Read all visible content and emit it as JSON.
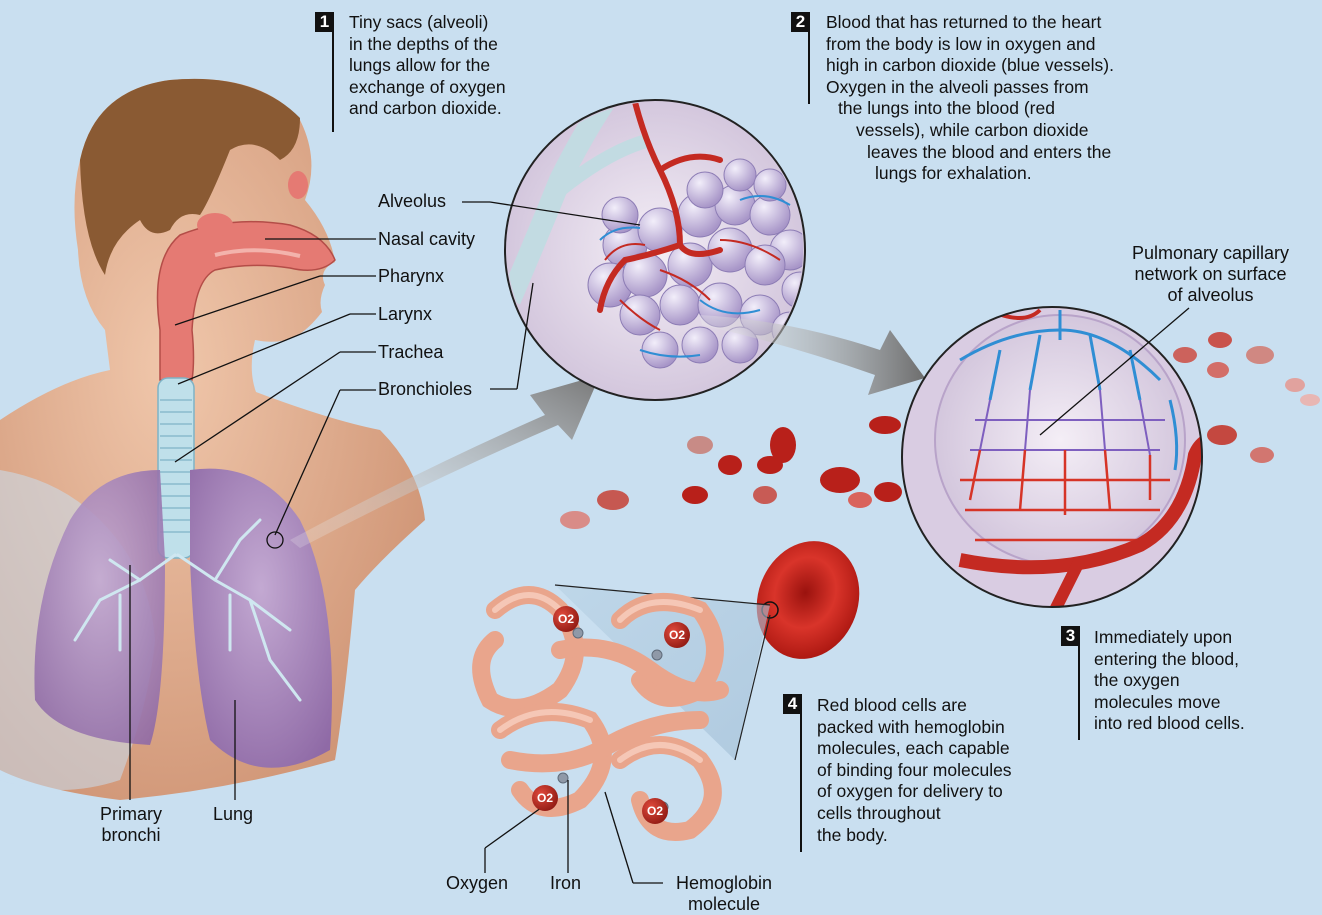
{
  "steps": [
    {
      "number": "1",
      "lines": [
        "Tiny sacs (alveoli)",
        "in the depths of the",
        "lungs allow for the",
        "exchange of oxygen",
        "and carbon dioxide."
      ]
    },
    {
      "number": "2",
      "lines": [
        "Blood that has returned to the heart",
        "from the body is low in oxygen and",
        "high in carbon dioxide (blue vessels).",
        "Oxygen in the alveoli passes from",
        "the lungs into the blood (red",
        "vessels), while carbon dioxide",
        "leaves the blood and enters the",
        "lungs for exhalation."
      ]
    },
    {
      "number": "3",
      "lines": [
        "Immediately upon",
        "entering the blood,",
        "the oxygen",
        "molecules move",
        "into red blood cells."
      ]
    },
    {
      "number": "4",
      "lines": [
        "Red blood cells are",
        "packed with hemoglobin",
        "molecules, each capable",
        "of binding four molecules",
        "of oxygen for delivery to",
        "cells throughout",
        "the body."
      ]
    }
  ],
  "labels": {
    "alveolus": "Alveolus",
    "nasal_cavity": "Nasal cavity",
    "pharynx": "Pharynx",
    "larynx": "Larynx",
    "trachea": "Trachea",
    "bronchioles": "Bronchioles",
    "primary_bronchi": [
      "Primary",
      "bronchi"
    ],
    "lung": "Lung",
    "pulmonary_capillary": [
      "Pulmonary capillary",
      "network on surface",
      "of alveolus"
    ],
    "oxygen": "Oxygen",
    "iron": "Iron",
    "hemoglobin": [
      "Hemoglobin",
      "molecule"
    ],
    "o2": "O2"
  },
  "colors": {
    "background": "#c9dff0",
    "skin": "#e9b99c",
    "hair": "#8a5a33",
    "lung": "#a586b6",
    "trachea": "#bfe0ea",
    "blood_red": "#c42a22",
    "vein_blue": "#2f8ed4",
    "alveolus": "#c9bbe0",
    "hemoglobin": "#f2b9a2"
  }
}
